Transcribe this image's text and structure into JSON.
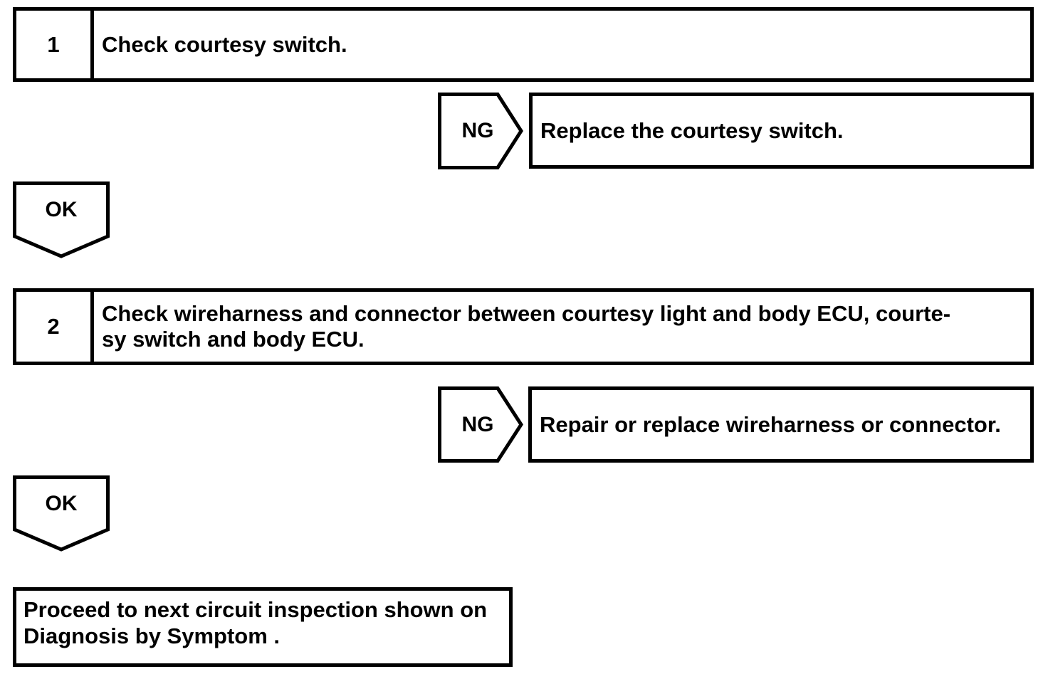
{
  "page": {
    "type": "diagnostic-troubleshooting-flowchart",
    "background_color": "#ffffff",
    "ink_color": "#000000"
  },
  "flowchart": {
    "steps": [
      {
        "number": "1",
        "instruction": "Check courtesy switch.",
        "ng": {
          "label": "NG",
          "action": "Replace the courtesy switch."
        },
        "ok": {
          "label": "OK"
        }
      },
      {
        "number": "2",
        "instruction_line1": "Check wireharness and connector between courtesy light and body ECU, courte-",
        "instruction_line2": "sy switch and body ECU.",
        "ng": {
          "label": "NG",
          "action": "Repair or replace wireharness or connector."
        },
        "ok": {
          "label": "OK"
        }
      }
    ],
    "terminal": {
      "line1": "Proceed to next circuit inspection shown on",
      "line2": "Diagnosis by Symptom ."
    }
  }
}
